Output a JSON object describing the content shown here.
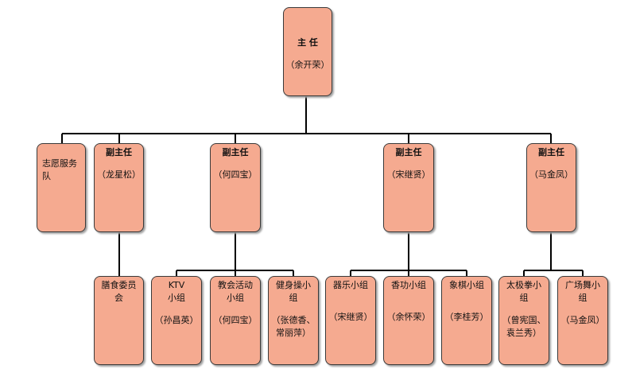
{
  "top": {
    "title": "主 任",
    "person": "（余开荣）"
  },
  "level2": [
    {
      "id": "volunteer",
      "lines": [
        "志愿服务",
        "队"
      ]
    },
    {
      "id": "dep1",
      "title": "副主任",
      "person": "（龙星松）"
    },
    {
      "id": "dep2",
      "title": "副主任",
      "person": "（何四宝）"
    },
    {
      "id": "dep3",
      "title": "副主任",
      "person": "（宋继贤）"
    },
    {
      "id": "dep4",
      "title": "副主任",
      "person": "（马金凤）"
    }
  ],
  "level3": [
    {
      "id": "canteen",
      "lines": [
        "膳食委员",
        "会"
      ]
    },
    {
      "id": "ktv",
      "lines": [
        "KTV",
        "小组"
      ],
      "person": "（孙昌英）"
    },
    {
      "id": "church",
      "lines": [
        "教会活动",
        "小组"
      ],
      "person": "（何四宝）"
    },
    {
      "id": "fitness",
      "lines": [
        "健身操小",
        "组"
      ],
      "person_lines": [
        "（张德香、",
        "常丽萍）"
      ]
    },
    {
      "id": "music",
      "lines": [
        "器乐小组"
      ],
      "person": "（宋继贤）"
    },
    {
      "id": "qigong",
      "lines": [
        "香功小组"
      ],
      "person": "（余怀荣）"
    },
    {
      "id": "chess",
      "lines": [
        "象棋小组"
      ],
      "person": "（李桂芳）"
    },
    {
      "id": "taichi",
      "lines": [
        "太极拳小",
        "组"
      ],
      "person_lines": [
        "（曾宪国、",
        "袁兰秀）"
      ]
    },
    {
      "id": "dance",
      "lines": [
        "广场舞小",
        "组"
      ],
      "person": "（马金凤）"
    }
  ]
}
